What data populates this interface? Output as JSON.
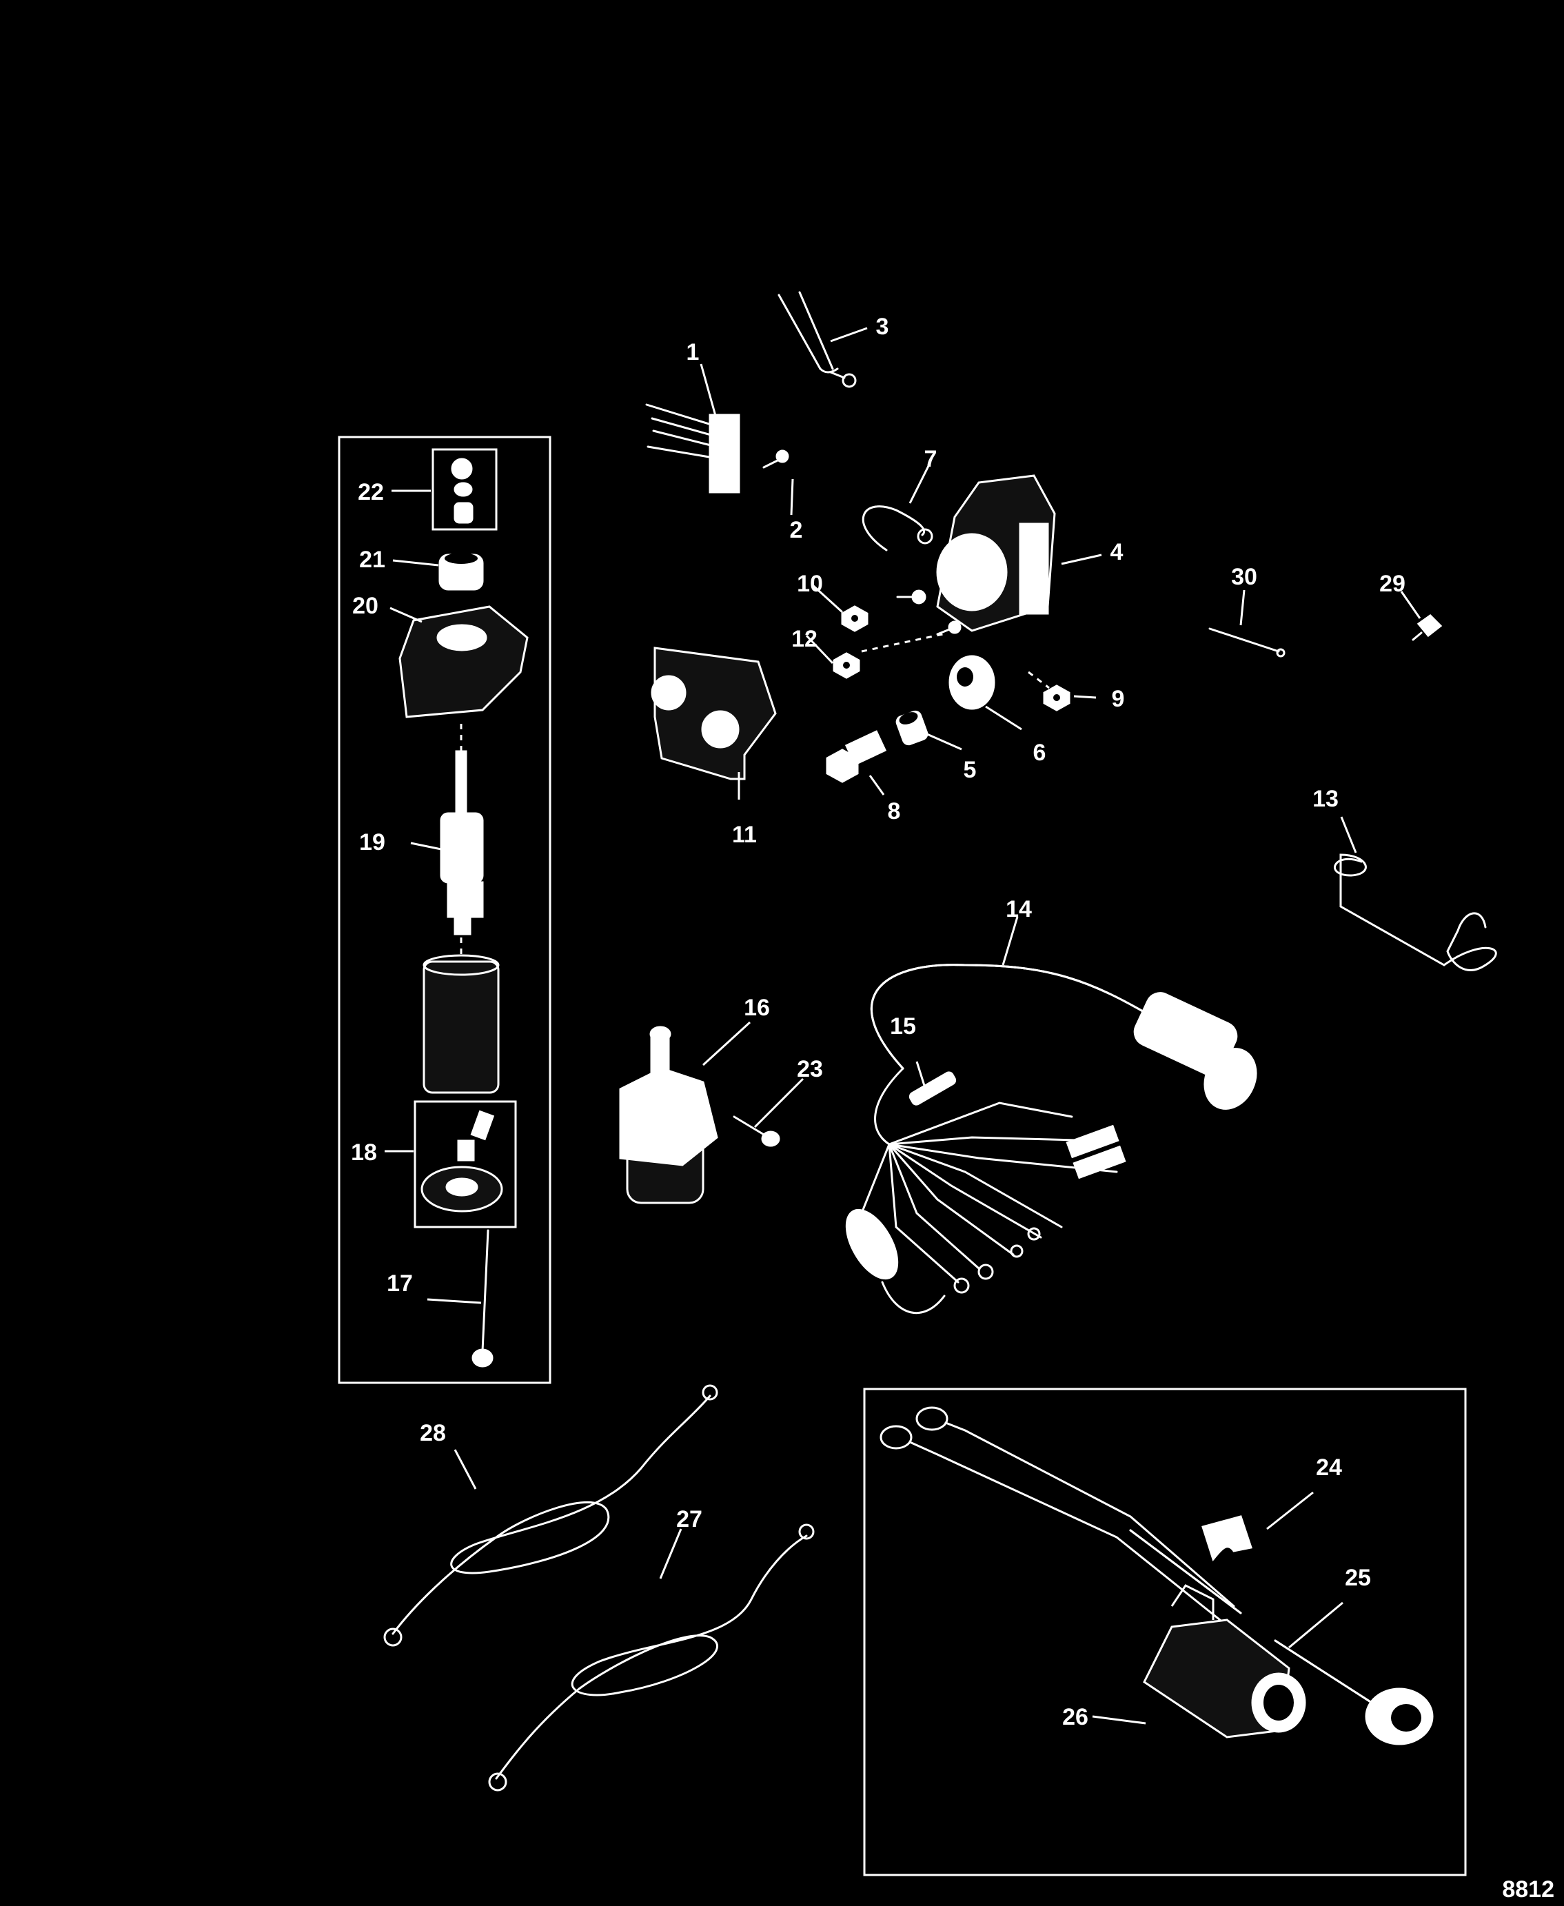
{
  "figure_number": "8812",
  "callouts": [
    "1",
    "2",
    "3",
    "4",
    "5",
    "6",
    "7",
    "8",
    "9",
    "10",
    "11",
    "12",
    "13",
    "14",
    "15",
    "16",
    "17",
    "18",
    "19",
    "20",
    "21",
    "22",
    "23",
    "24",
    "25",
    "26",
    "27",
    "28",
    "29",
    "30"
  ],
  "colors": {
    "background": "#000000",
    "ink": "#ffffff"
  }
}
